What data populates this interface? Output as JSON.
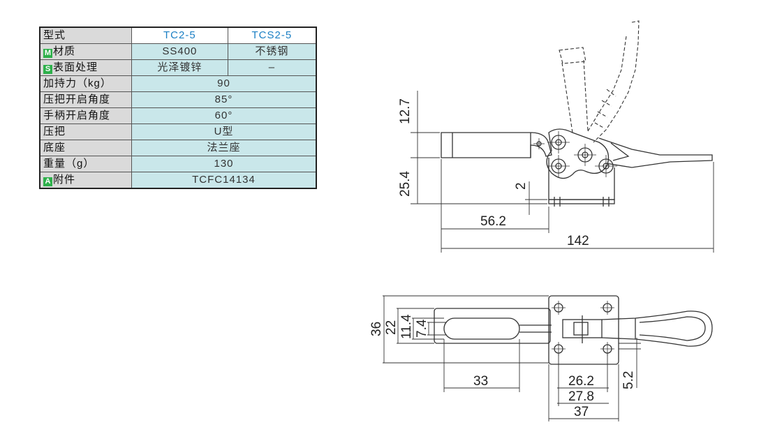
{
  "spec_table": {
    "header": {
      "label": "型式",
      "col1": "TC2-5",
      "col2": "TCS2-5"
    },
    "material": {
      "badge": "M",
      "label": "材质",
      "col1": "SS400",
      "col2": "不锈钢"
    },
    "surface": {
      "badge": "S",
      "label": "表面处理",
      "col1": "光泽镀锌",
      "col2": "–"
    },
    "holding_force": {
      "label": "加持力（kg）",
      "value": "90"
    },
    "bar_opening_angle": {
      "label": "压把开启角度",
      "value": "85°"
    },
    "handle_opening_angle": {
      "label": "手柄开启角度",
      "value": "60°"
    },
    "bar_type": {
      "label": "压把",
      "value": "U型"
    },
    "base": {
      "label": "底座",
      "value": "法兰座"
    },
    "weight": {
      "label": "重量（g）",
      "value": "130"
    },
    "accessory": {
      "badge": "A",
      "label": "附件",
      "value": "TCFC14134"
    },
    "badge_color": "#2eb04b",
    "label_bg": "#dadada",
    "value_bg": "#c9e7ea",
    "header_text_color": "#1b7fc4"
  },
  "side_view": {
    "dim_height_upper": "12.7",
    "dim_height_lower": "25.4",
    "dim_base_thickness": "2",
    "dim_bar_length": "56.2",
    "dim_overall_length": "142"
  },
  "top_view": {
    "dim_overall_width": "36",
    "dim_slot_outer": "22",
    "dim_slot_mid": "11.4",
    "dim_slot_inner": "7.4",
    "dim_slot_length": "33",
    "dim_hole_pitch_1": "26.2",
    "dim_hole_pitch_2": "27.8",
    "dim_base_length": "37",
    "dim_hole_offset": "5.2"
  }
}
